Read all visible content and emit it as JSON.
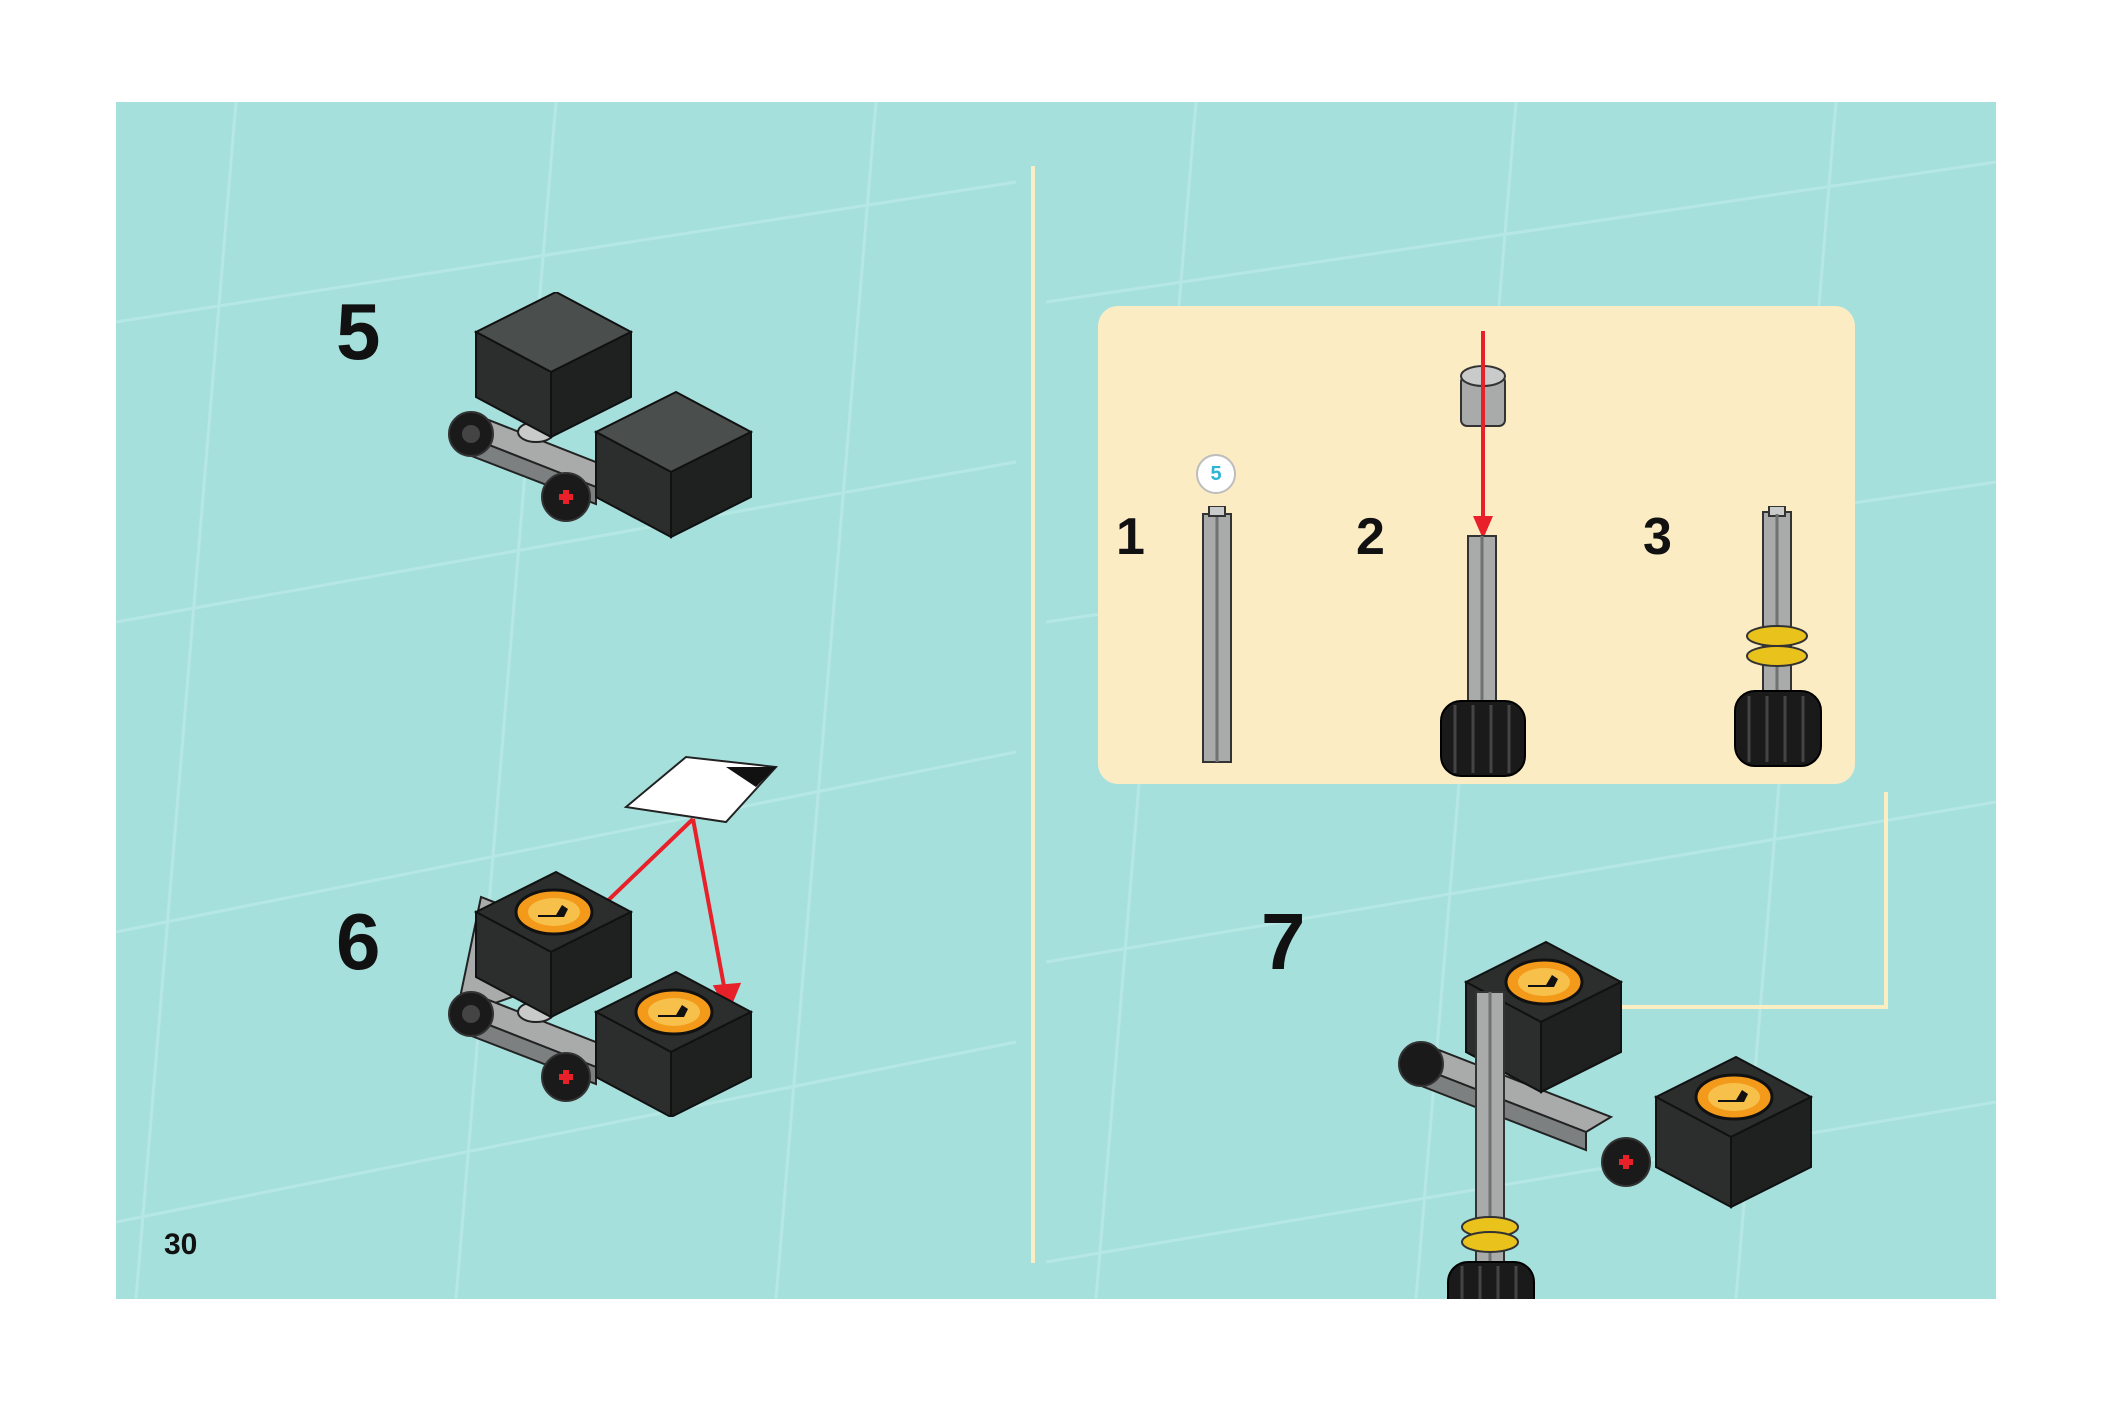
{
  "page": {
    "number": "30",
    "background": "#a6e0dd",
    "callout_background": "#fbecc4",
    "divider_color": "#fbeec3"
  },
  "steps": [
    {
      "label": "5"
    },
    {
      "label": "6"
    },
    {
      "label": "7"
    }
  ],
  "callout": {
    "substeps": [
      {
        "label": "1",
        "quantity": "5"
      },
      {
        "label": "2"
      },
      {
        "label": "3"
      }
    ]
  },
  "colors": {
    "arrow": "#e8202a",
    "stud_red": "#e8202a",
    "brick_dark": "#2b2e2d",
    "axle_gray": "#a9abab",
    "ring_yellow": "#e9c21c",
    "logo_orange": "#f39a1b"
  }
}
